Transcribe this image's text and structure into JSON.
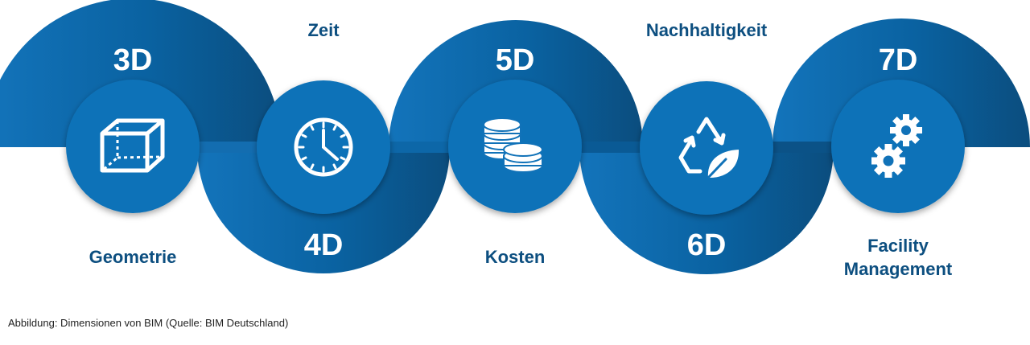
{
  "colors": {
    "dark": "#0b4d7e",
    "mid": "#0a62a1",
    "light": "#1374bb",
    "circle": "#1172b8",
    "label": "#0d4f80"
  },
  "dimensions": [
    {
      "title": "3D",
      "label": [
        "Geometrie"
      ],
      "icon": "cube-icon"
    },
    {
      "title": "4D",
      "label": [
        "Zeit"
      ],
      "icon": "clock-icon"
    },
    {
      "title": "5D",
      "label": [
        "Kosten"
      ],
      "icon": "coins-icon"
    },
    {
      "title": "6D",
      "label": [
        "Nachhaltigkeit"
      ],
      "icon": "recycle-leaf-icon"
    },
    {
      "title": "7D",
      "label": [
        "Facility",
        "Management"
      ],
      "icon": "gears-icon"
    }
  ],
  "caption": "Abbildung: Dimensionen von BIM (Quelle: BIM Deutschland)"
}
